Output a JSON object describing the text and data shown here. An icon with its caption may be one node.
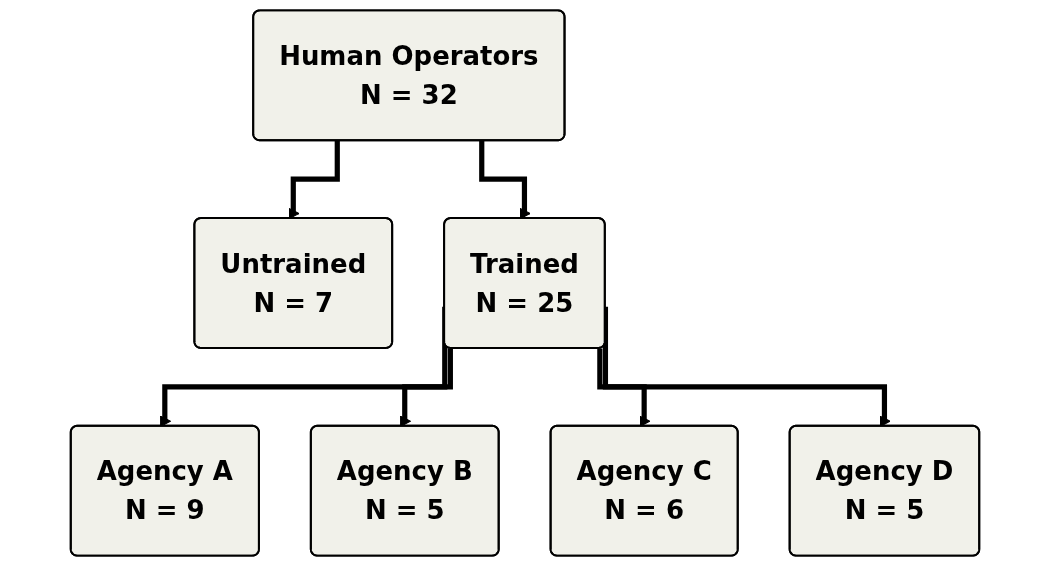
{
  "diagram": {
    "nodes": [
      {
        "text": [
          "Human Operators",
          "N = 32"
        ]
      },
      {
        "text": [
          "Untrained",
          "N = 7"
        ]
      },
      {
        "text": [
          "Trained",
          "N = 25"
        ]
      },
      {
        "text": [
          "Agency A",
          "N = 9"
        ]
      },
      {
        "text": [
          "Agency B",
          "N = 5"
        ]
      },
      {
        "text": [
          "Agency C",
          "N = 6"
        ]
      },
      {
        "text": [
          "Agency D",
          "N = 5"
        ]
      }
    ],
    "edges": [
      {
        "from": 0,
        "to": 1,
        "arrow": "to"
      },
      {
        "from": 0,
        "to": 2,
        "arrow": "to"
      },
      {
        "from": 2,
        "to": 3,
        "arrow": "to"
      },
      {
        "from": 2,
        "to": 4,
        "arrow": "to"
      },
      {
        "from": 2,
        "to": 5,
        "arrow": "to"
      },
      {
        "from": 2,
        "to": 6,
        "arrow": "to"
      }
    ]
  }
}
